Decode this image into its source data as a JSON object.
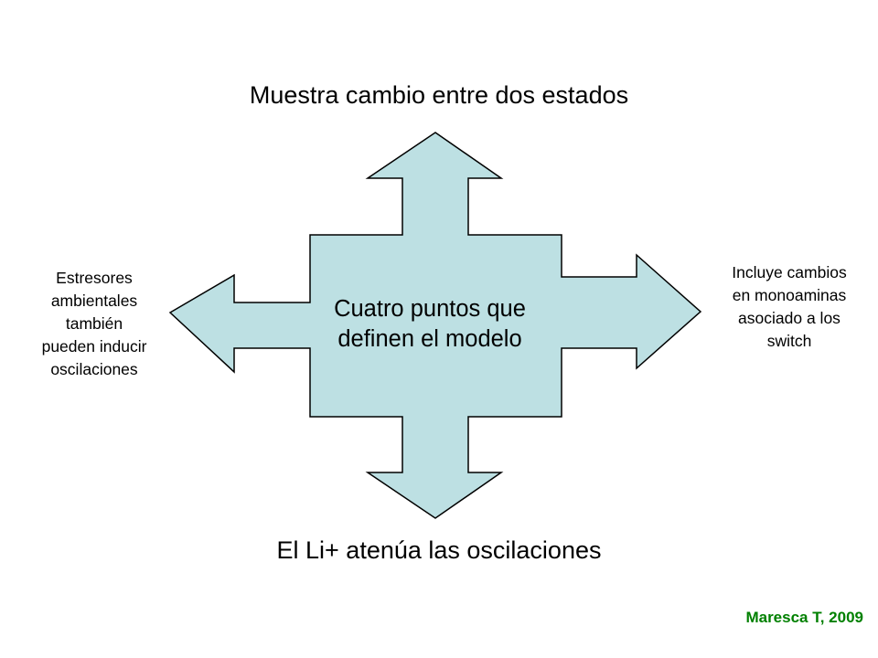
{
  "diagram": {
    "center_text": [
      "Cuatro puntos que",
      "definen el modelo"
    ],
    "shape_fill": "#bde0e3",
    "shape_stroke": "#000000"
  },
  "points": {
    "top": "Muestra cambio entre dos estados",
    "bottom": "El Li+ atenúa las oscilaciones",
    "left": [
      "Estresores",
      "ambientales",
      "también",
      "pueden inducir",
      "oscilaciones"
    ],
    "right": [
      "Incluye cambios",
      "en monoaminas",
      "asociado a los",
      "switch"
    ]
  },
  "citation": {
    "text": "Maresca T, 2009",
    "color": "#008000"
  }
}
